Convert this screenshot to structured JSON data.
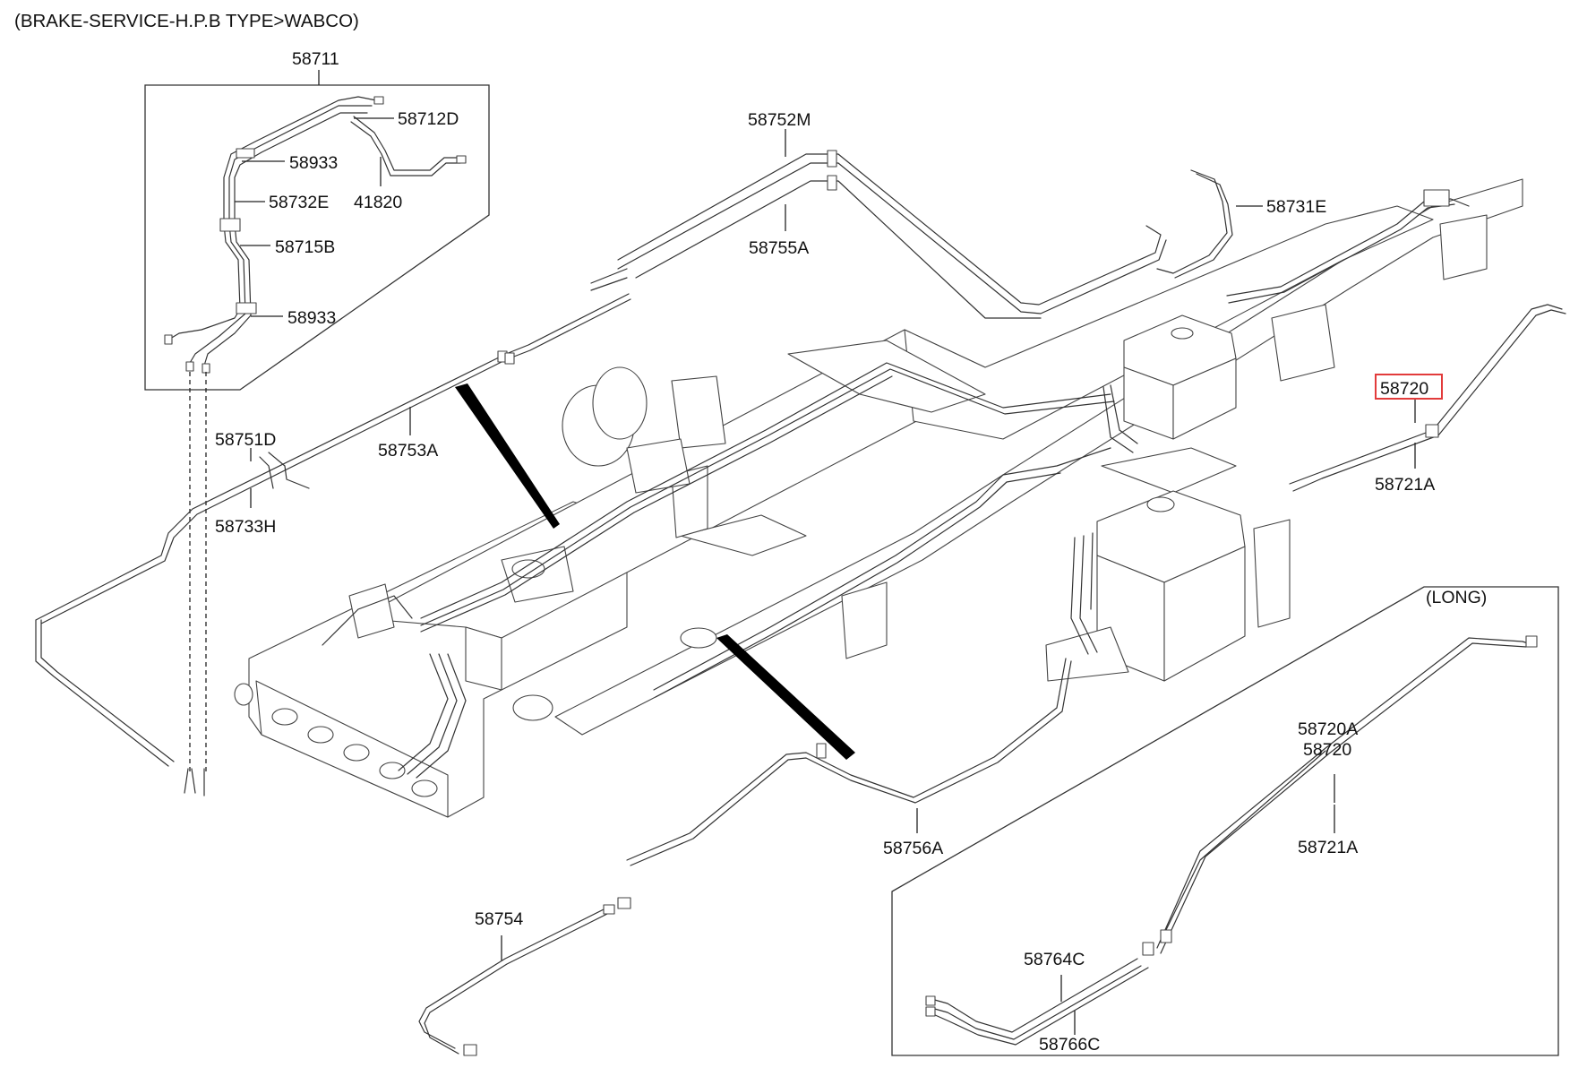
{
  "title": "(BRAKE-SERVICE-H.P.B TYPE>WABCO)",
  "detail_box_label": "58711",
  "long_box_label": "(LONG)",
  "highlight_color": "#e23b3b",
  "labels": {
    "p58712D": "58712D",
    "p58933a": "58933",
    "p41820": "41820",
    "p58732E": "58732E",
    "p58715B": "58715B",
    "p58933b": "58933",
    "p58752M": "58752M",
    "p58755A": "58755A",
    "p58731E": "58731E",
    "p58751D": "58751D",
    "p58733H": "58733H",
    "p58753A": "58753A",
    "p58720": "58720",
    "p58721A": "58721A",
    "p58720A_long": "58720A",
    "p58720_long": "58720",
    "p58721A_long": "58721A",
    "p58756A": "58756A",
    "p58754": "58754",
    "p58764C": "58764C",
    "p58766C": "58766C"
  }
}
